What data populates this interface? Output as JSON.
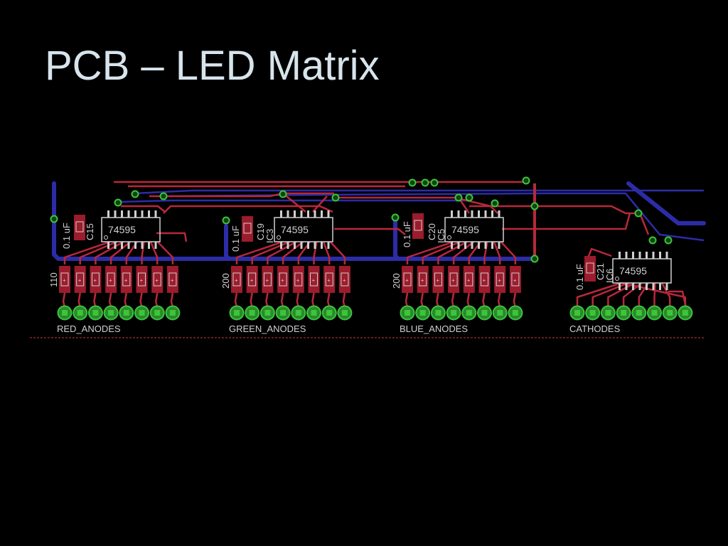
{
  "slide": {
    "title": "PCB – LED Matrix"
  },
  "pcb": {
    "colors": {
      "background": "#000000",
      "top_trace": "#b8283a",
      "bottom_trace": "#2c2ca8",
      "pad": "#9b1c2c",
      "via": "#3cc43c",
      "silkscreen": "#d0d0d0",
      "board_edge": "#c43c3c"
    },
    "groups": [
      {
        "name": "RED_ANODES",
        "ic_label": "74595",
        "cap_value": "0.1 uF",
        "cap_ref": "C15",
        "ic_ref": "",
        "resistor_value": "110"
      },
      {
        "name": "GREEN_ANODES",
        "ic_label": "74595",
        "cap_value": "0.1 uF",
        "cap_ref": "C19",
        "ic_ref": "IC3",
        "resistor_value": "200"
      },
      {
        "name": "BLUE_ANODES",
        "ic_label": "74595",
        "cap_value": "0.1 uF",
        "cap_ref": "C20",
        "ic_ref": "IC5",
        "resistor_value": "200"
      },
      {
        "name": "CATHODES",
        "ic_label": "74595",
        "cap_value": "0.1 uF",
        "cap_ref": "C21",
        "ic_ref": "IC6",
        "resistor_value": ""
      }
    ]
  }
}
